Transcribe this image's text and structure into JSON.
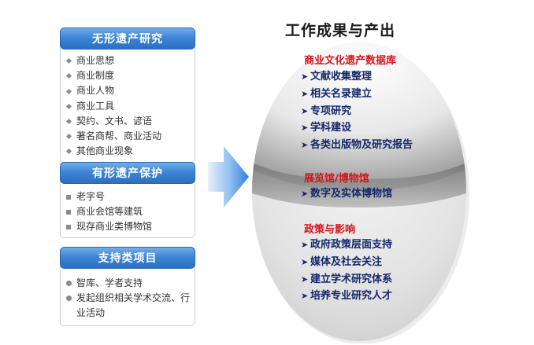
{
  "main_title": "工作成果与产出",
  "left_groups": [
    {
      "title": "无形遗产研究",
      "bullet": "diamond",
      "items": [
        "商业思想",
        "商业制度",
        "商业人物",
        "商业工具",
        "契约、文书、谚语",
        "著名商帮、商业活动",
        "其他商业现象"
      ]
    },
    {
      "title": "有形遗产保护",
      "bullet": "square",
      "items": [
        "老字号",
        "商业会馆等建筑",
        "现存商业类博物馆"
      ]
    },
    {
      "title": "支持类项目",
      "bullet": "circle",
      "items": [
        "智库、学者支持",
        "发起组织相关学术交流、行业活动"
      ]
    }
  ],
  "output_sections": [
    {
      "title": "商业文化遗产数据库",
      "items": [
        "文献收集整理",
        "相关名录建立",
        "专项研究",
        "学科建设",
        "各类出版物及研究报告"
      ]
    },
    {
      "title": "展览馆/博物馆",
      "items": [
        "数字及实体博物馆"
      ]
    },
    {
      "title": "政策与影响",
      "items": [
        "政府政策层面支持",
        "媒体及社会关注",
        "建立学术研究体系",
        "培养专业研究人才"
      ]
    }
  ],
  "colors": {
    "header_blue": "#3f86d6",
    "arrow_blue": "#4a90e2",
    "section_red": "#d9121b",
    "item_navy": "#14286a"
  },
  "icons": {
    "flow_arrow": "right-arrow-icon",
    "list_chevron": "▶"
  }
}
